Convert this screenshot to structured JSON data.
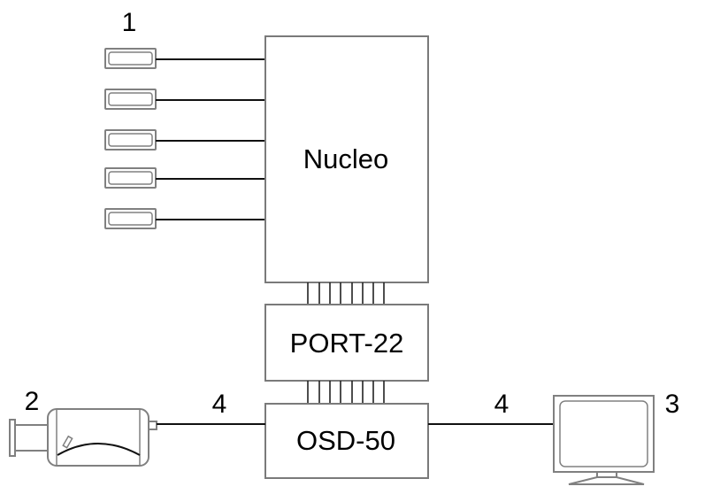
{
  "diagram": {
    "blocks": {
      "nucleo": "Nucleo",
      "port": "PORT-22",
      "osd": "OSD-50"
    },
    "callouts": {
      "sensors": "1",
      "camera": "2",
      "monitor": "3",
      "cable_left": "4",
      "cable_right": "4"
    },
    "sensor_count": 5,
    "bus_line_count": 8,
    "colors": {
      "outline": "#7a7a7a",
      "wire": "#111111",
      "text": "#000000",
      "background": "#ffffff"
    }
  }
}
